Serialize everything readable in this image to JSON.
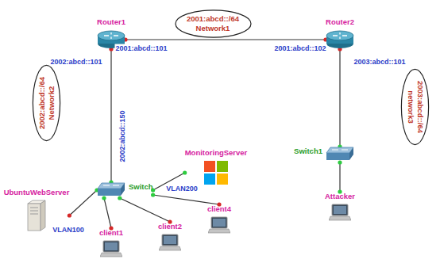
{
  "diagram": {
    "nodes": [
      {
        "text": [
          "Router1"
        ]
      },
      {
        "text": [
          "2001:abcd::/64",
          "Network1"
        ]
      },
      {
        "text": [
          "Router2"
        ]
      },
      {
        "text": [
          "2002:abcd::/64",
          "Network2"
        ]
      },
      {
        "text": [
          "2003:abcd::/64",
          "network3"
        ]
      },
      {
        "text": [
          "Switch1"
        ]
      },
      {
        "text": [
          "MonitoringServer"
        ]
      },
      {
        "text": [
          "Switch"
        ]
      },
      {
        "text": [
          "UbuntuWebServer"
        ]
      },
      {
        "text": [
          "Attacker"
        ]
      },
      {
        "text": [
          "client4"
        ]
      },
      {
        "text": [
          "client2"
        ]
      },
      {
        "text": [
          "client1"
        ]
      }
    ],
    "edges": [
      {
        "from": 0,
        "to": 2,
        "arrow": "none"
      },
      {
        "from": 0,
        "to": 7,
        "arrow": "none"
      },
      {
        "from": 2,
        "to": 5,
        "arrow": "none"
      },
      {
        "from": 5,
        "to": 9,
        "arrow": "none"
      },
      {
        "from": 7,
        "to": 8,
        "arrow": "none"
      },
      {
        "from": 7,
        "to": 6,
        "arrow": "none"
      },
      {
        "from": 7,
        "to": 12,
        "arrow": "none"
      },
      {
        "from": 7,
        "to": 11,
        "arrow": "none"
      },
      {
        "from": 7,
        "to": 10,
        "arrow": "none"
      }
    ],
    "labels": [
      "2001:abcd::101",
      "2001:abcd::102",
      "2002:abcd::101",
      "2003:abcd::101",
      "2002:abcd::150",
      "VLAN100",
      "VLAN200"
    ]
  }
}
